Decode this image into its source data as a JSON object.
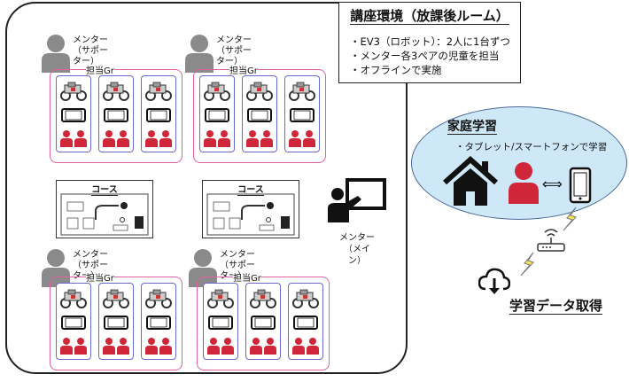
{
  "info_box": {
    "title": "講座環境（放課後ルーム）",
    "lines": [
      "・EV3（ロボット）：2人に1台ずつ",
      "・メンター各3ペアの児童を担当",
      "・オフラインで実施"
    ]
  },
  "groups": [
    {
      "mentor_label": "メンター\n（サポー\nター）",
      "group_label": "担当Gr"
    },
    {
      "mentor_label": "メンター\n（サポー\nター）",
      "group_label": "担当Gr"
    },
    {
      "mentor_label": "メンター\n（サポー\nター）",
      "group_label": "担当Gr"
    },
    {
      "mentor_label": "メンター\n（サポー\nター）",
      "group_label": "担当Gr"
    }
  ],
  "courses": [
    {
      "title": "コース"
    },
    {
      "title": "コース"
    }
  ],
  "main_mentor": {
    "label": "メンター\n（メイン）"
  },
  "home_learning": {
    "title": "家庭学習",
    "subtitle": "・タブレット/スマートフォンで学習",
    "arrow": "⟺"
  },
  "data_acquisition": {
    "label": "学習データ取得"
  },
  "colors": {
    "group_border": "#e060a0",
    "card_border": "#6a6ad0",
    "child": "#d0263a",
    "ellipse_fill": "#cfe8f7"
  },
  "icons": [
    "person-icon",
    "robot-icon",
    "tablet-icon",
    "child-icon",
    "whiteboard-teacher-icon",
    "house-icon",
    "smartphone-icon",
    "router-icon",
    "cloud-download-icon",
    "lightning-icon"
  ]
}
